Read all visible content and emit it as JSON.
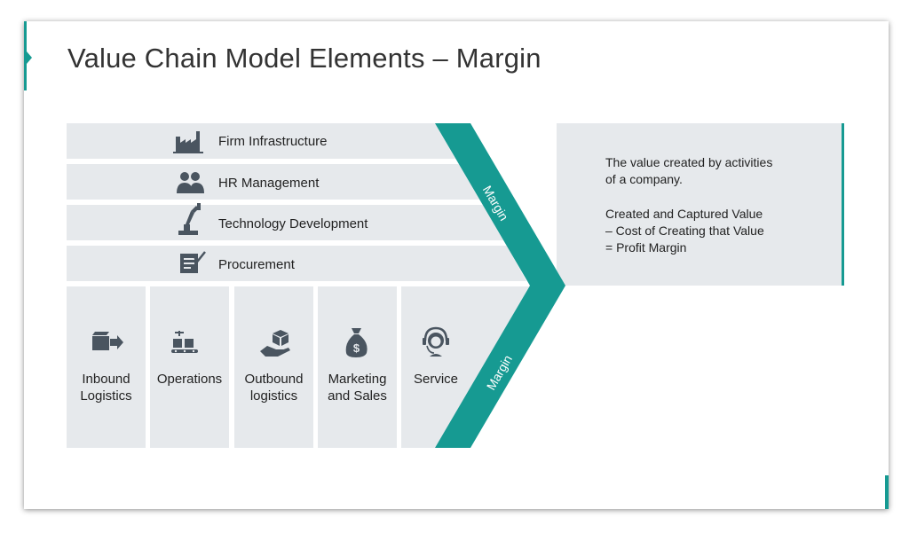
{
  "title": "Value Chain Model Elements – Margin",
  "support_activities": [
    {
      "label": "Firm Infrastructure",
      "icon": "factory-icon"
    },
    {
      "label": "HR Management",
      "icon": "people-icon"
    },
    {
      "label": "Technology Development",
      "icon": "robot-arm-icon"
    },
    {
      "label": "Procurement",
      "icon": "document-check-icon"
    }
  ],
  "primary_activities": [
    {
      "label": "Inbound\nLogistics",
      "icon": "box-arrow-icon"
    },
    {
      "label": "Operations",
      "icon": "conveyor-icon"
    },
    {
      "label": "Outbound\nlogistics",
      "icon": "hand-box-icon"
    },
    {
      "label": "Marketing\nand Sales",
      "icon": "money-bag-icon"
    },
    {
      "label": "Service",
      "icon": "headset-icon"
    }
  ],
  "margin_label": "Margin",
  "description": {
    "line1": "The value created by activities\nof a company.",
    "line2": "Created and Captured Value\n– Cost of Creating that Value\n= Profit Margin"
  },
  "colors": {
    "accent": "#169a92",
    "panel": "#e6e9ec",
    "icon": "#4a5560"
  }
}
